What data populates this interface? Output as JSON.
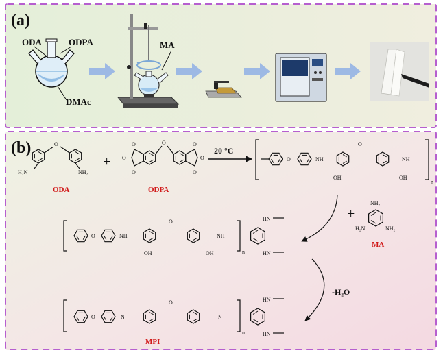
{
  "panel_a": {
    "label": "(a)",
    "reagents": {
      "oda": "ODA",
      "odpa": "ODPA",
      "dmac": "DMAc",
      "ma": "MA"
    }
  },
  "panel_b": {
    "label": "(b)",
    "condition": "20 °C",
    "elimination": "-H₂O",
    "plus_1": "+",
    "plus_2": "+",
    "names": {
      "oda": "ODA",
      "odpa": "ODPA",
      "ma": "MA",
      "mpi": "MPI"
    },
    "atoms": {
      "h2n": "H₂N",
      "nh2": "NH₂",
      "o": "O",
      "nh": "NH",
      "oh": "OH",
      "hn": "HN",
      "n": "N",
      "subscript_n": "n"
    }
  },
  "colors": {
    "panel_a_fill": "#e9f1df",
    "panel_b_fill_top": "#eef2e2",
    "panel_b_fill_bottom": "#f6dce4",
    "dashed_border": "#b65fcf",
    "arrow_blue": "#9db9e4",
    "label_red": "#d11a1a"
  }
}
